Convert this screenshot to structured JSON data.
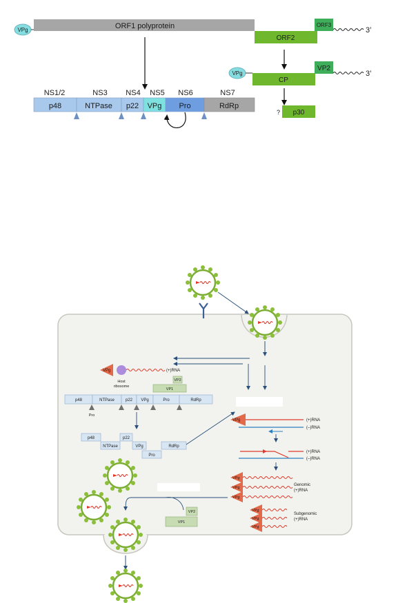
{
  "top": {
    "vpg_left": "VPg",
    "orf1": "ORF1 polyprotein",
    "orf2": "ORF2",
    "orf3": "ORF3",
    "tail_3prime": "3’",
    "vpg_cp": "VPg",
    "cp": "CP",
    "vp2": "VP2",
    "tail_3prime_2": "3’",
    "question": "?",
    "p30": "p30",
    "ns_labels": [
      "NS1/2",
      "NS3",
      "NS4",
      "NS5",
      "NS6",
      "NS7"
    ],
    "proteins": [
      "p48",
      "NTPase",
      "p22",
      "VPg",
      "Pro",
      "RdRp"
    ]
  },
  "cell": {
    "vpg": "VPg",
    "rna_plus": "(+)RNA",
    "host_ribosome_1": "Host",
    "host_ribosome_2": "ribosome",
    "vp2": "VP2",
    "vp1": "VP1",
    "poly": [
      "p48",
      "NTPase",
      "p22",
      "VPg",
      "Pro",
      "RdRp"
    ],
    "pro_label": "Pro",
    "proc": [
      "p48",
      "p22",
      "NTPase",
      "VPg",
      "Pro",
      "RdRp"
    ],
    "rep_vpg": "VPg",
    "rep_plus_1": "(+)RNA",
    "rep_minus_1": "(–)RNA",
    "rep_plus_2": "(+)RNA",
    "rep_minus_2": "(–)RNA",
    "genomic_1": "Genomic",
    "genomic_2": "(+)RNA",
    "subgenomic_1": "Subgenomic",
    "subgenomic_2": "(+)RNA",
    "vp2_b": "VP2",
    "vp1_b": "VP1"
  },
  "colors": {
    "gray_bar": "#a6a6a6",
    "green": "#6fb82e",
    "green_dark": "#4aa74a",
    "blue_light": "#a8c8ec",
    "blue_mid": "#6f9ee0",
    "cyan": "#7fe0e0",
    "vpg_oval": "#86dde0",
    "triangle": "#6c8fc4",
    "cell_fill": "#f2f2ee",
    "red": "#e03a2a",
    "blue_line": "#2e7fc0",
    "virus_green": "#8bbf3a"
  }
}
